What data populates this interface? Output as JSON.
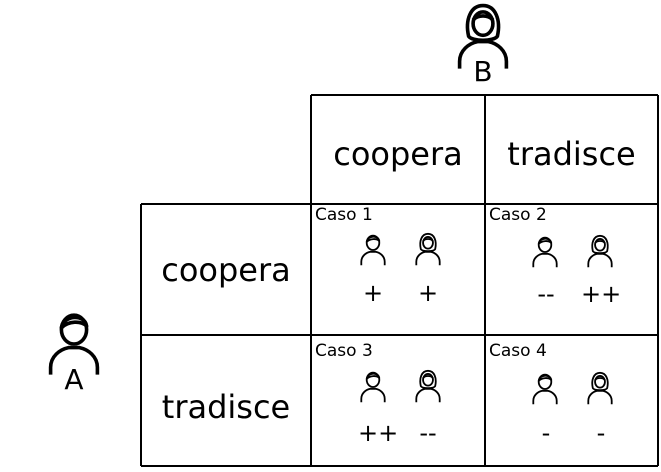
{
  "players": {
    "a": {
      "label": "A",
      "icon": "man-person-icon"
    },
    "b": {
      "label": "B",
      "icon": "woman-person-icon"
    }
  },
  "headers": {
    "col1": "coopera",
    "col2": "tradisce",
    "row1": "coopera",
    "row2": "tradisce"
  },
  "cases": [
    {
      "label": "Caso 1",
      "a_payoff": "+",
      "b_payoff": "+"
    },
    {
      "label": "Caso 2",
      "a_payoff": "--",
      "b_payoff": "++"
    },
    {
      "label": "Caso 3",
      "a_payoff": "++",
      "b_payoff": "--"
    },
    {
      "label": "Caso 4",
      "a_payoff": "-",
      "b_payoff": "-"
    }
  ],
  "colors": {
    "line": "#000000",
    "background": "#ffffff"
  }
}
